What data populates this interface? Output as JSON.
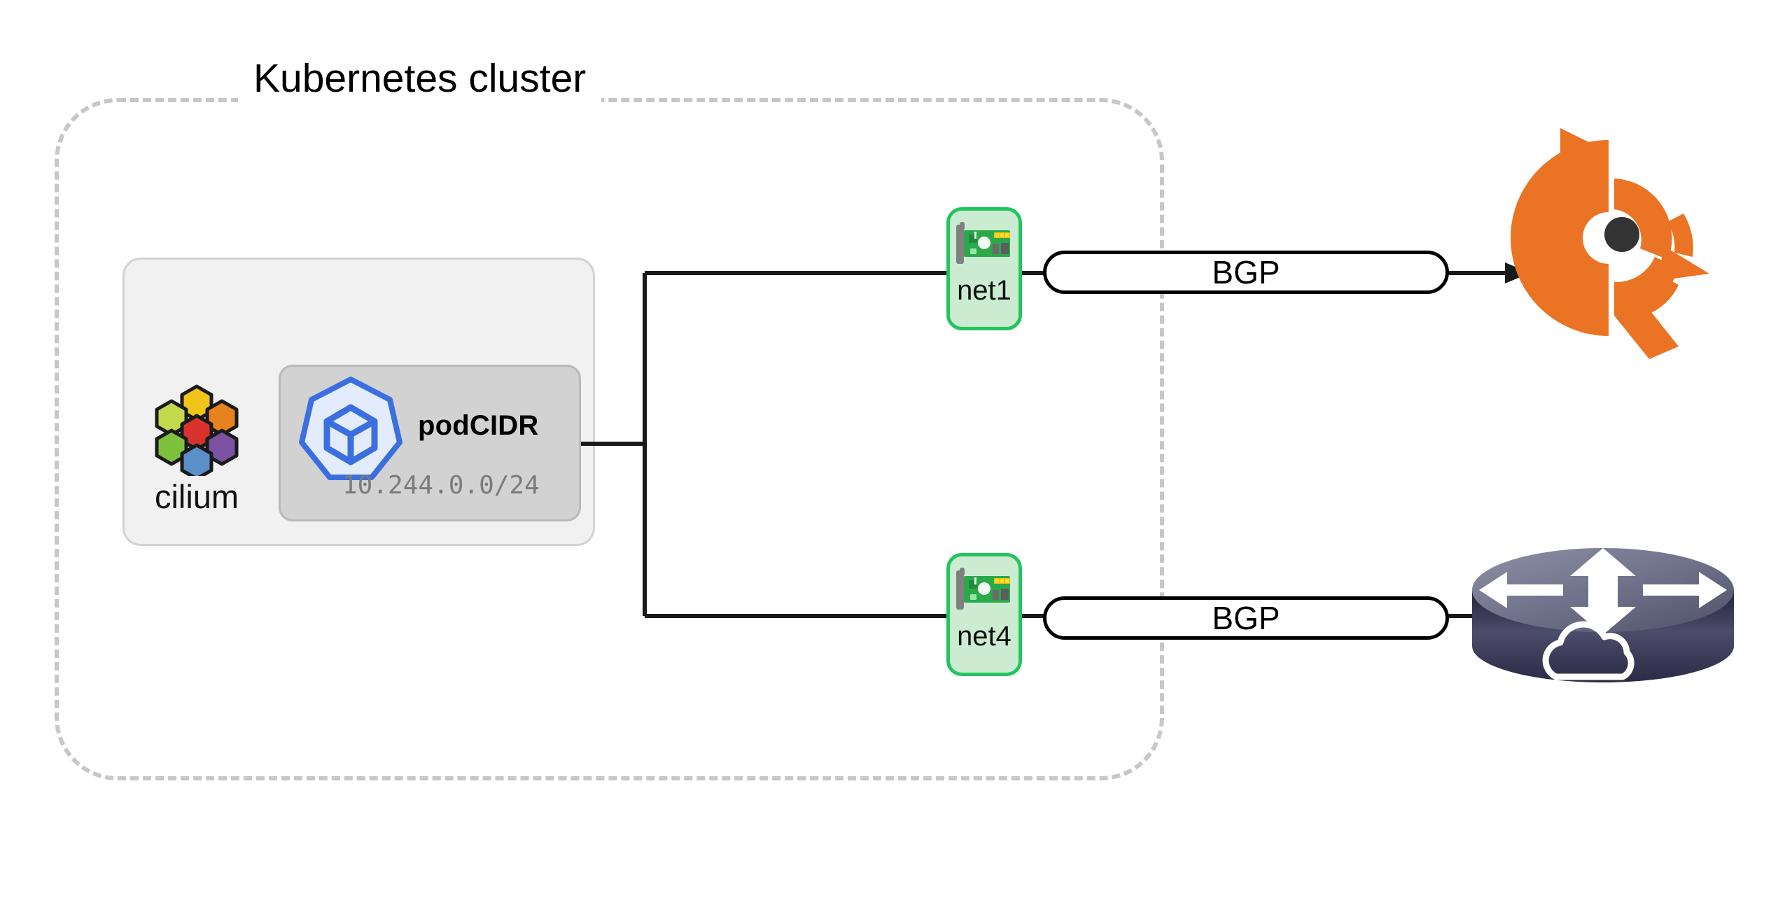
{
  "diagram": {
    "title": "Kubernetes cluster",
    "background_color": "#ffffff"
  },
  "cluster": {
    "label": "Kubernetes cluster",
    "border_style": "dashed",
    "border_color": "#c7c7c7"
  },
  "node_panel": {
    "fill_color": "#f1f1f1",
    "border_color": "#d2d2d2"
  },
  "cilium": {
    "label": "cilium",
    "icon": "cilium-hexagon-logo",
    "hex_colors": {
      "top": "#f0c419",
      "upper_left": "#c2d94e",
      "upper_right": "#e8821e",
      "center": "#d9322c",
      "lower_left": "#7ec13d",
      "lower_right": "#7a52a1",
      "bottom": "#5a8fc8"
    }
  },
  "podcidr": {
    "label": "podCIDR",
    "value": "10.244.0.0/24",
    "icon": "kubernetes-icon",
    "fill_color": "#d2d2d2",
    "accent_color": "#3b6fe0"
  },
  "interfaces": [
    {
      "name": "net1",
      "icon": "network-interface-card-icon",
      "accent_color": "#22c55e"
    },
    {
      "name": "net4",
      "icon": "network-interface-card-icon",
      "accent_color": "#22c55e"
    }
  ],
  "links": [
    {
      "label": "BGP",
      "from": "net1",
      "to": "frr-router"
    },
    {
      "label": "BGP",
      "from": "net4",
      "to": "network-router"
    }
  ],
  "peers": {
    "frr": {
      "icon": "frr-logo-icon",
      "accent_color": "#ea7424",
      "eye_color": "#333333"
    },
    "router": {
      "icon": "network-router-icon",
      "accent_color": "#4a4a63"
    }
  }
}
